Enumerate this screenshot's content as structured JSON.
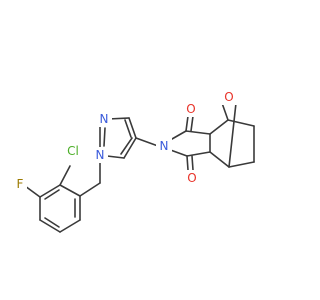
{
  "molecule": {
    "atoms": {
      "oxygen_bridge": {
        "text": "O",
        "color": "#e8342a"
      },
      "oxygen_carbonyl_top": {
        "text": "O",
        "color": "#e8342a"
      },
      "oxygen_carbonyl_bottom": {
        "text": "O",
        "color": "#e8342a"
      },
      "nitrogen_imide": {
        "text": "N",
        "color": "#3b5bdb"
      },
      "nitrogen_pyrazole_1": {
        "text": "N",
        "color": "#3b5bdb"
      },
      "nitrogen_pyrazole_2": {
        "text": "N",
        "color": "#3b5bdb"
      },
      "chlorine": {
        "text": "Cl",
        "color": "#4caf28"
      },
      "fluorine": {
        "text": "F",
        "color": "#9b7a00"
      }
    },
    "bond_color": "#3a3a3a"
  }
}
